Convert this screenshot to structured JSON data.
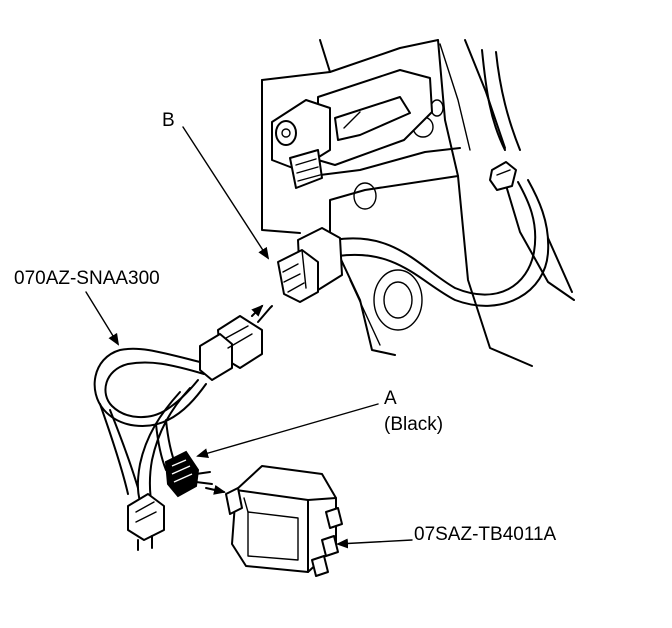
{
  "labels": {
    "b": "B",
    "harness": "070AZ-SNAA300",
    "a": "A",
    "a_note": "(Black)",
    "box": "07SAZ-TB4011A"
  }
}
